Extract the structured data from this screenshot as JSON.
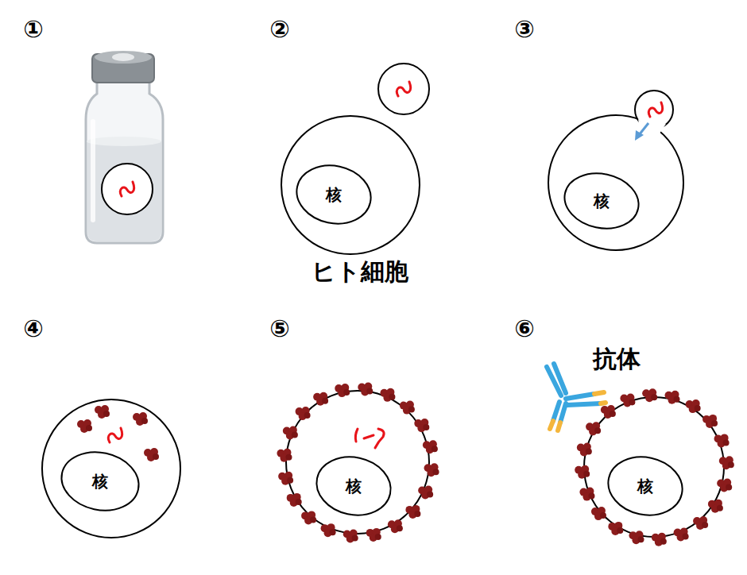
{
  "diagram": {
    "nodes": [
      {
        "text": [
          "ヒト細胞"
        ]
      },
      {
        "text": [
          "核"
        ],
        "in": 0
      },
      {
        "text": [
          "核"
        ]
      },
      {
        "text": [
          "核"
        ]
      },
      {
        "text": [
          "核"
        ]
      },
      {
        "text": [
          "核"
        ]
      }
    ],
    "labels": [
      "①",
      "②",
      "③",
      "④",
      "⑤",
      "⑥",
      "抗体"
    ]
  }
}
